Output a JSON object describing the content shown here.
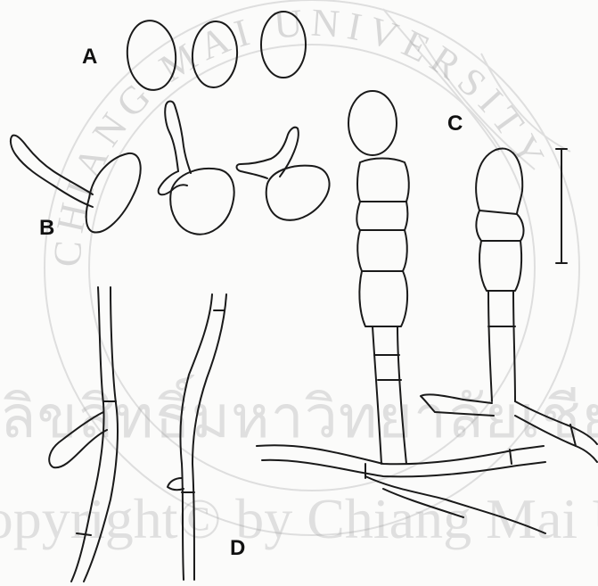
{
  "labels": {
    "a": "A",
    "b": "B",
    "c": "C",
    "d": "D"
  },
  "watermark": {
    "thai": "ลิขสิทธิ์มหาวิทยาลัยเชียงใหม่",
    "copyright": "Copyright© by Chiang Mai University",
    "seal_text": "CHIANG MAI UNIVERSITY"
  },
  "colors": {
    "ink": "#1a1a1a",
    "watermark": "#9a9a9a",
    "paper": "#fbfbfa"
  }
}
